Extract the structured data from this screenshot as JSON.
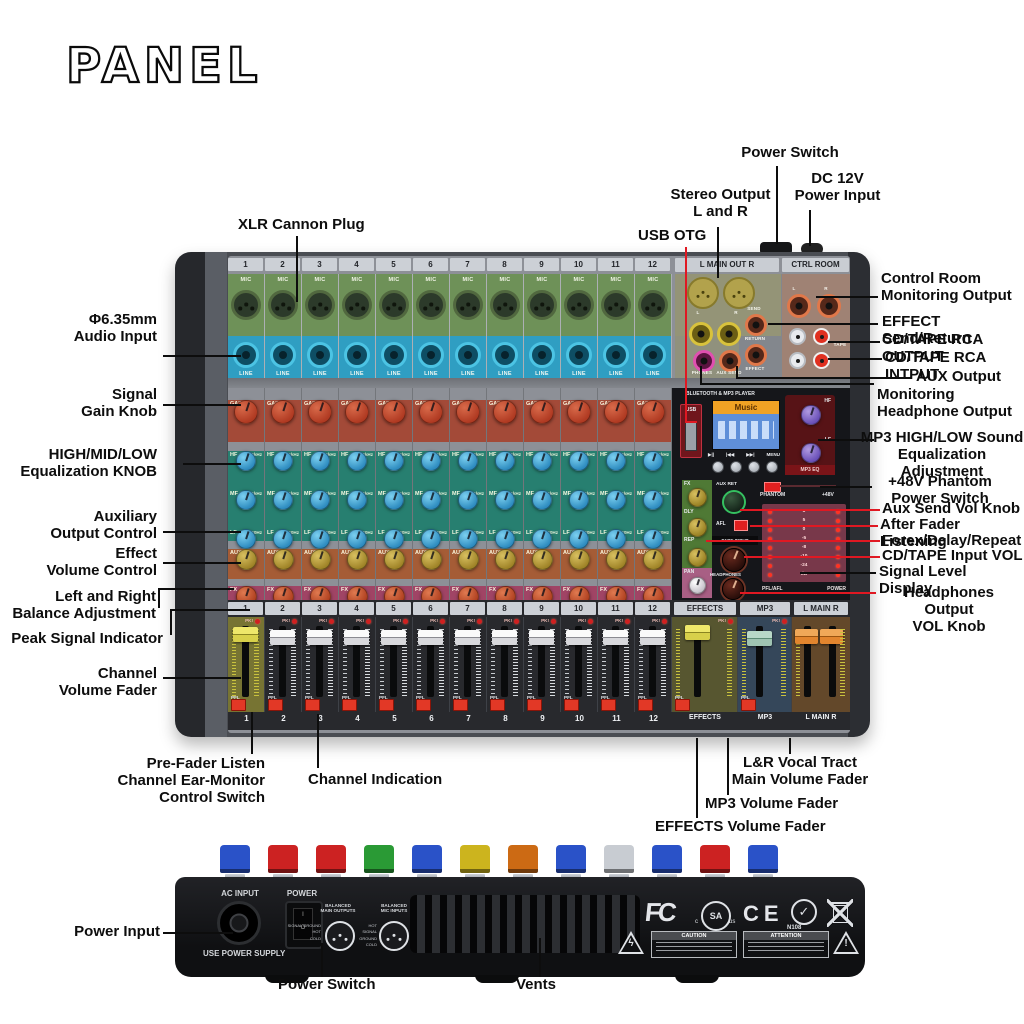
{
  "title": "PANEL",
  "callouts": {
    "power_switch_top": "Power Switch",
    "dc12v": "DC 12V\nPower Input",
    "stereo_output": "Stereo Output\nL and R",
    "usb_otg": "USB OTG",
    "xlr": "XLR Cannon Plug",
    "audio_input": "Φ6.35mm\nAudio Input",
    "signal_gain": "Signal\nGain Knob",
    "eq_knob": "HIGH/MID/LOW\nEqualization KNOB",
    "aux_ctl": "Auxiliary\nOutput Control",
    "effect_vol": "Effect\nVolume Control",
    "balance": "Left and Right\nBalance Adjustment",
    "peak": "Peak Signal Indicator",
    "ch_fader": "Channel\nVolume Fader",
    "pre_fader": "Pre-Fader Listen\nChannel Ear-Monitor\nControl Switch",
    "ch_indication": "Channel Indication",
    "ctrl_room": "Control Room\nMonitoring Output",
    "effect_sr": "EFFECT Send/Return",
    "cd_out": "CD/TAPE RCA OUTPUT",
    "cd_in": "CD/TAPE RCA INTPUT",
    "aux_output": "AUX Output",
    "monitor_hp": "Monitoring\nHeadphone Output",
    "mp3_eq": "MP3 HIGH/LOW Sound\nEqualization Adjustment",
    "phantom": "+48V Phantom\nPower Switch",
    "aux_send_vol": "Aux Send Vol Knob",
    "afl": "After Fader Listening",
    "forex": "Forex/Delay/Repeat",
    "cdtape_vol": "CD/TAPE Input VOL",
    "level_display": "Signal Level Display",
    "hp_vol": "Headphones Output\nVOL Knob",
    "lr_main_fader": "L&R Vocal Tract\nMain Volume Fader",
    "mp3_fader": "MP3 Volume Fader",
    "effects_fader": "EFFECTS Volume Fader",
    "power_input": "Power Input",
    "power_switch_bottom": "Power Switch",
    "vents": "Vents"
  },
  "mixer": {
    "channels": [
      "1",
      "2",
      "3",
      "4",
      "5",
      "6",
      "7",
      "8",
      "9",
      "10",
      "11",
      "12"
    ],
    "headers": {
      "main_out": "L MAIN OUT R",
      "ctrl_room": "CTRL ROOM"
    },
    "io": {
      "mic": "MIC",
      "line": "LINE",
      "l": "L",
      "r": "R",
      "phones": "PHONES",
      "aux_send": "AUX SEND",
      "send": "SEND",
      "return": "RETURN",
      "effect": "EFFECT",
      "tape": "TAPE"
    },
    "knobs": {
      "gain": "GAIN",
      "hf": "HF",
      "mf": "MF",
      "lf": "LF",
      "hf_freq": "10kHz",
      "mf_freq": "2.5kHz",
      "lf_freq": "100Hz",
      "aux": "AUX",
      "fx": "FX",
      "pan": "PAN",
      "dly": "DLY",
      "rep": "REP",
      "eq_range": "-15  +15",
      "level_range": "0  10"
    },
    "mp3": {
      "header": "BLUETOOTH & MP3 PLAYER",
      "usb": "USB",
      "display_title": "Music",
      "buttons": [
        "▶||",
        "|◀◀",
        "▶▶|",
        "MENU"
      ],
      "hf": "HF",
      "lf": "LF",
      "eq_label": "MP3 EQ"
    },
    "master": {
      "aux_ret": "AUX RET",
      "afl": "AFL",
      "phantom": "PHANTOM",
      "p48": "+48V",
      "tape_input": "TAPE INPUT",
      "headphones": "HEADPHONES",
      "pfl_afl": "PFL/AFL",
      "power": "POWER",
      "meter_scale": [
        "8",
        "5",
        "0",
        "-5",
        "-8",
        "-10",
        "-24",
        "dB"
      ]
    },
    "fader": {
      "pk": "PK!",
      "pfl": "PFL",
      "effects": "EFFECTS",
      "mp3": "MP3",
      "main": "L  MAIN  R"
    }
  },
  "rear": {
    "ac_input": "AC INPUT",
    "power": "POWER",
    "use_power": "USE POWER SUPPLY",
    "balanced_main": "BALANCED\nMAIN OUTPUTS",
    "balanced_mic": "BALANCED\nMIC INPUTS",
    "pins_main": "SIGNAL GROUND\nHOT\nCOLD",
    "pins_mic": "HOT\nSIGNAL GROUND\nCOLD",
    "caution": "CAUTION",
    "attention": "ATTENTION",
    "fcc": "FC",
    "csa": "SA",
    "csa_c": "c",
    "csa_us": "us",
    "ce": "CE",
    "ctick": "✓",
    "ctick_n": "N108",
    "knob_colors": [
      "#2a52c8",
      "#cc2222",
      "#cc2222",
      "#2a9a35",
      "#2a52c8",
      "#ccb41e",
      "#cc6a14",
      "#2a52c8",
      "#c8ccd2",
      "#2a52c8",
      "#cc2222",
      "#2a52c8"
    ]
  }
}
